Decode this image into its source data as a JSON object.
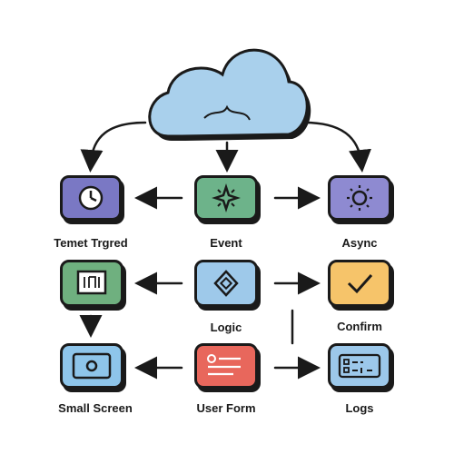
{
  "nodes": {
    "timer": {
      "label": "Temet Trgred",
      "icon": "clock-icon",
      "color": "#7a78c4"
    },
    "event": {
      "label": "Event",
      "icon": "sparkle-icon",
      "color": "#6db38a"
    },
    "async": {
      "label": "Async",
      "icon": "sun-icon",
      "color": "#8e8ad1"
    },
    "screen_small": {
      "label": "",
      "icon": "device-frame-icon",
      "color": "#6fb07f"
    },
    "logic": {
      "label": "Logic",
      "icon": "diamond-icon",
      "color": "#9ec9ea"
    },
    "confirm": {
      "label": "Confirm",
      "icon": "check-icon",
      "color": "#f6c46a"
    },
    "small_screen": {
      "label": "Small Screen",
      "icon": "screen-icon",
      "color": "#8ec5ea"
    },
    "user_form": {
      "label": "User Form",
      "icon": "form-icon",
      "color": "#e8675c"
    },
    "logs": {
      "label": "Logs",
      "icon": "log-icon",
      "color": "#9cc8ea"
    }
  },
  "cloud": {
    "icon": "cloud-icon",
    "color": "#a9d0ec"
  }
}
